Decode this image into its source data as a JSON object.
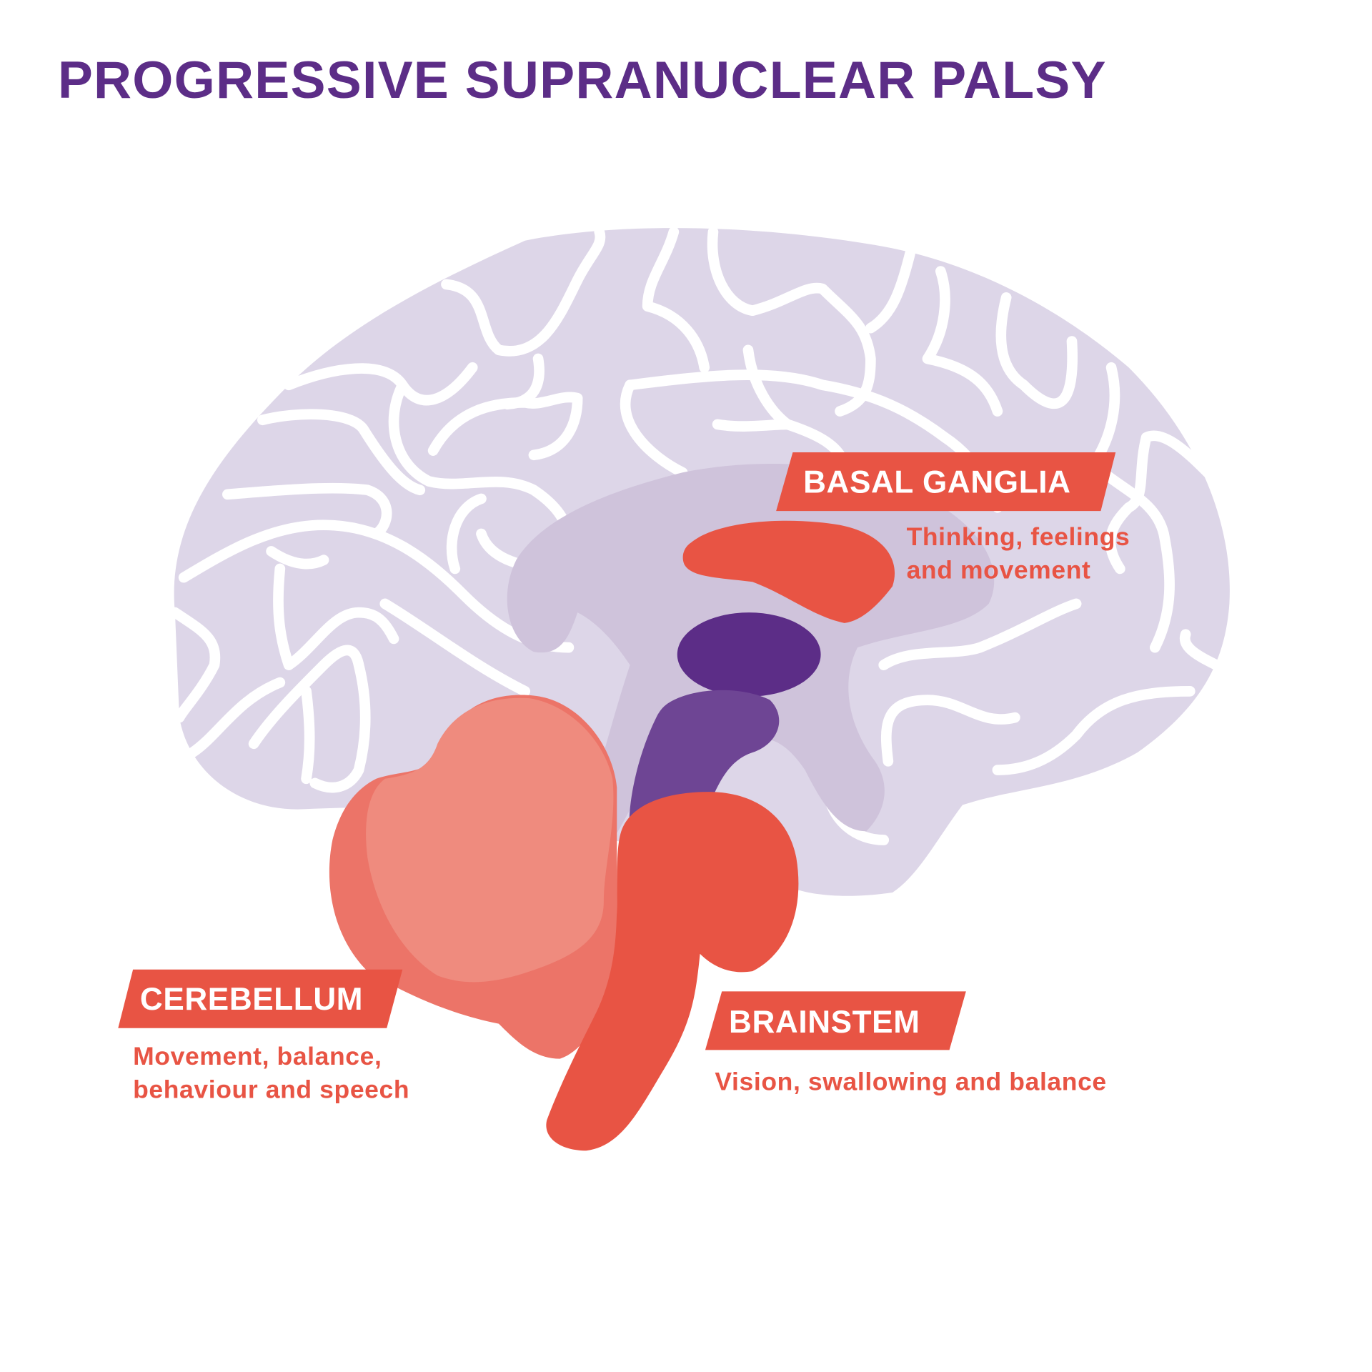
{
  "title": "PROGRESSIVE SUPRANUCLEAR PALSY",
  "colors": {
    "purple": "#5c2d87",
    "red": "#e85444",
    "brain": "#ddd6e8",
    "salmon": "#ec7468"
  },
  "regions": [
    {
      "name": "BASAL GANGLIA",
      "description": [
        "Thinking, feelings",
        "and movement"
      ]
    },
    {
      "name": "CEREBELLUM",
      "description": [
        "Movement, balance,",
        "behaviour and speech"
      ]
    },
    {
      "name": "BRAINSTEM",
      "description": [
        "Vision, swallowing and balance"
      ]
    }
  ]
}
